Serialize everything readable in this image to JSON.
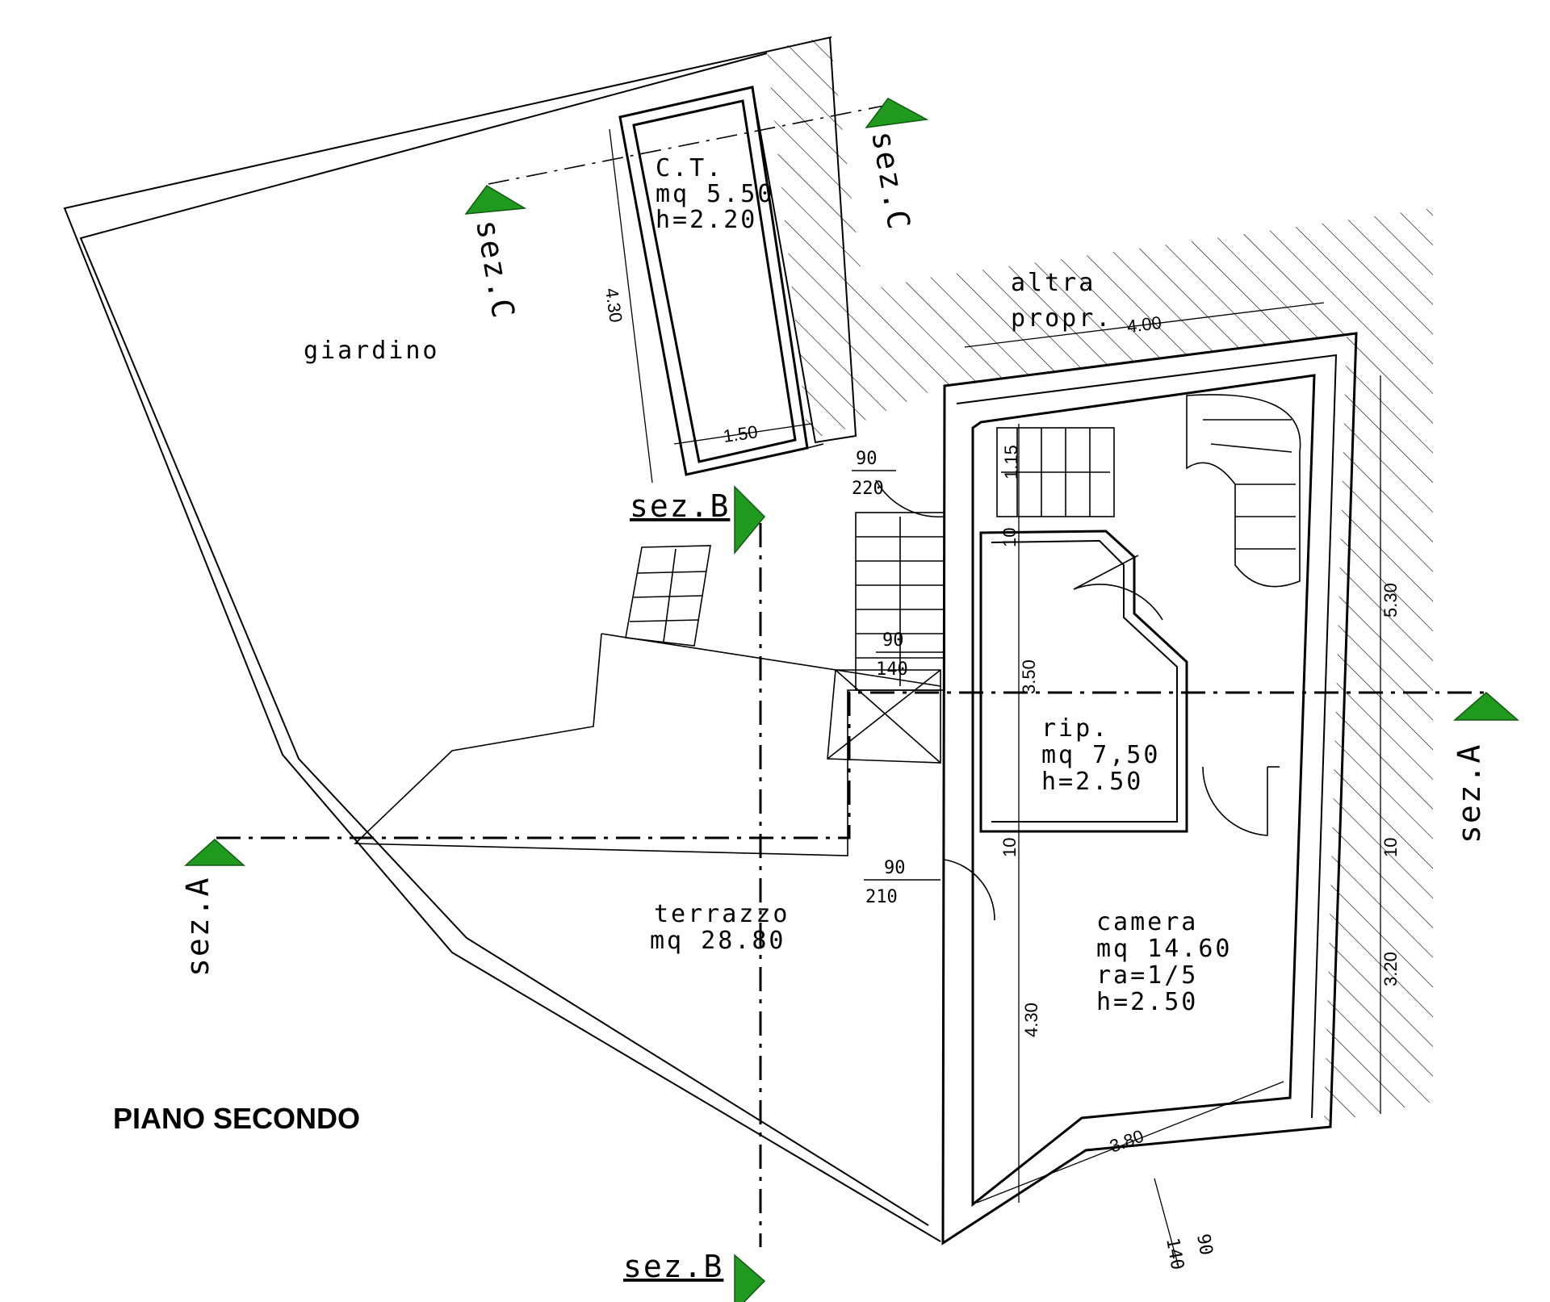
{
  "drawing": {
    "title": "PIANO SECONDO",
    "accent_color": "#1f9a1f"
  },
  "rooms": {
    "ct": {
      "line1": "C.T.",
      "line2": "mq 5.50",
      "line3": "h=2.20"
    },
    "giardino": {
      "label": "giardino"
    },
    "altra_propr": {
      "line1": "altra",
      "line2": "propr."
    },
    "rip": {
      "line1": "rip.",
      "line2": "mq 7,50",
      "line3": "h=2.50"
    },
    "terrazzo": {
      "line1": "terrazzo",
      "line2": "mq 28.80"
    },
    "camera": {
      "line1": "camera",
      "line2": "mq 14.60",
      "line3": "ra=1/5",
      "line4": "h=2.50"
    }
  },
  "dimensions": {
    "ct_height": "4.30",
    "ct_width": "1.50",
    "altra_width": "4.00",
    "stair_upper": "1.15",
    "rip_height": "3.50",
    "camera_height": "4.30",
    "camera_width": "3.80",
    "right_upper": "5.30",
    "right_lower": "3.20",
    "wall_10a": "10",
    "wall_10b": "10",
    "wall_10c": "10",
    "door1_w": "90",
    "door1_h": "220",
    "door2_w": "90",
    "door2_h": "140",
    "door3_w": "90",
    "door3_h": "210",
    "win_w": "90",
    "win_h": "140"
  },
  "sections": {
    "sez_a": "sez.A",
    "sez_b": "sez.B",
    "sez_c": "sez.C"
  }
}
